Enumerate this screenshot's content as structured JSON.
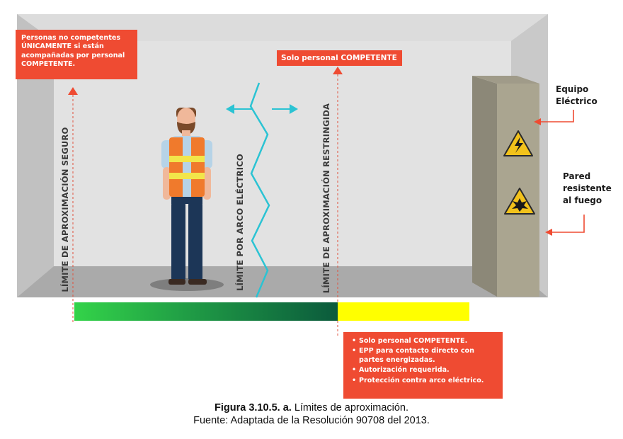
{
  "boxes": {
    "no_competentes": [
      "Personas no competentes",
      "ÚNICAMENTE si están",
      "acompañadas por personal",
      "COMPETENTE."
    ],
    "solo_personal": "Solo personal COMPETENTE",
    "requisitos": [
      [
        "Solo personal COMPETENTE."
      ],
      [
        "EPP  para contacto directo con",
        "partes energizadas."
      ],
      [
        "Autorización requerida."
      ],
      [
        "Protección contra arco eléctrico."
      ]
    ]
  },
  "labels": {
    "equipo": [
      "Equipo",
      "Eléctrico"
    ],
    "pared": [
      "Pared",
      "resistente",
      "al fuego"
    ]
  },
  "limits": {
    "seguro": "LÍMITE DE APROXIMACIÓN SEGURO",
    "arco": "LÍMITE POR ARCO ELÉCTRICO",
    "restringida": "LÍMITE DE APROXIMACIÓN RESTRINGIDA"
  },
  "caption": {
    "figure_number": "Figura 3.10.5. a.",
    "figure_title": "Límites de aproximación.",
    "source": "Fuente: Adaptada de la Resolución 90708 del 2013."
  },
  "icons": {
    "arrows": "double-arrow-icon",
    "lightning": "high-voltage-icon",
    "explosion": "explosion-hazard-icon"
  },
  "colors": {
    "box_red": "#ef4b32",
    "arrow_cyan": "#2bc3d3",
    "gradient_start": "#33d349",
    "gradient_end": "#0b5a3c",
    "yellow_zone": "#ffff00",
    "limit_line": "#e0523d"
  }
}
